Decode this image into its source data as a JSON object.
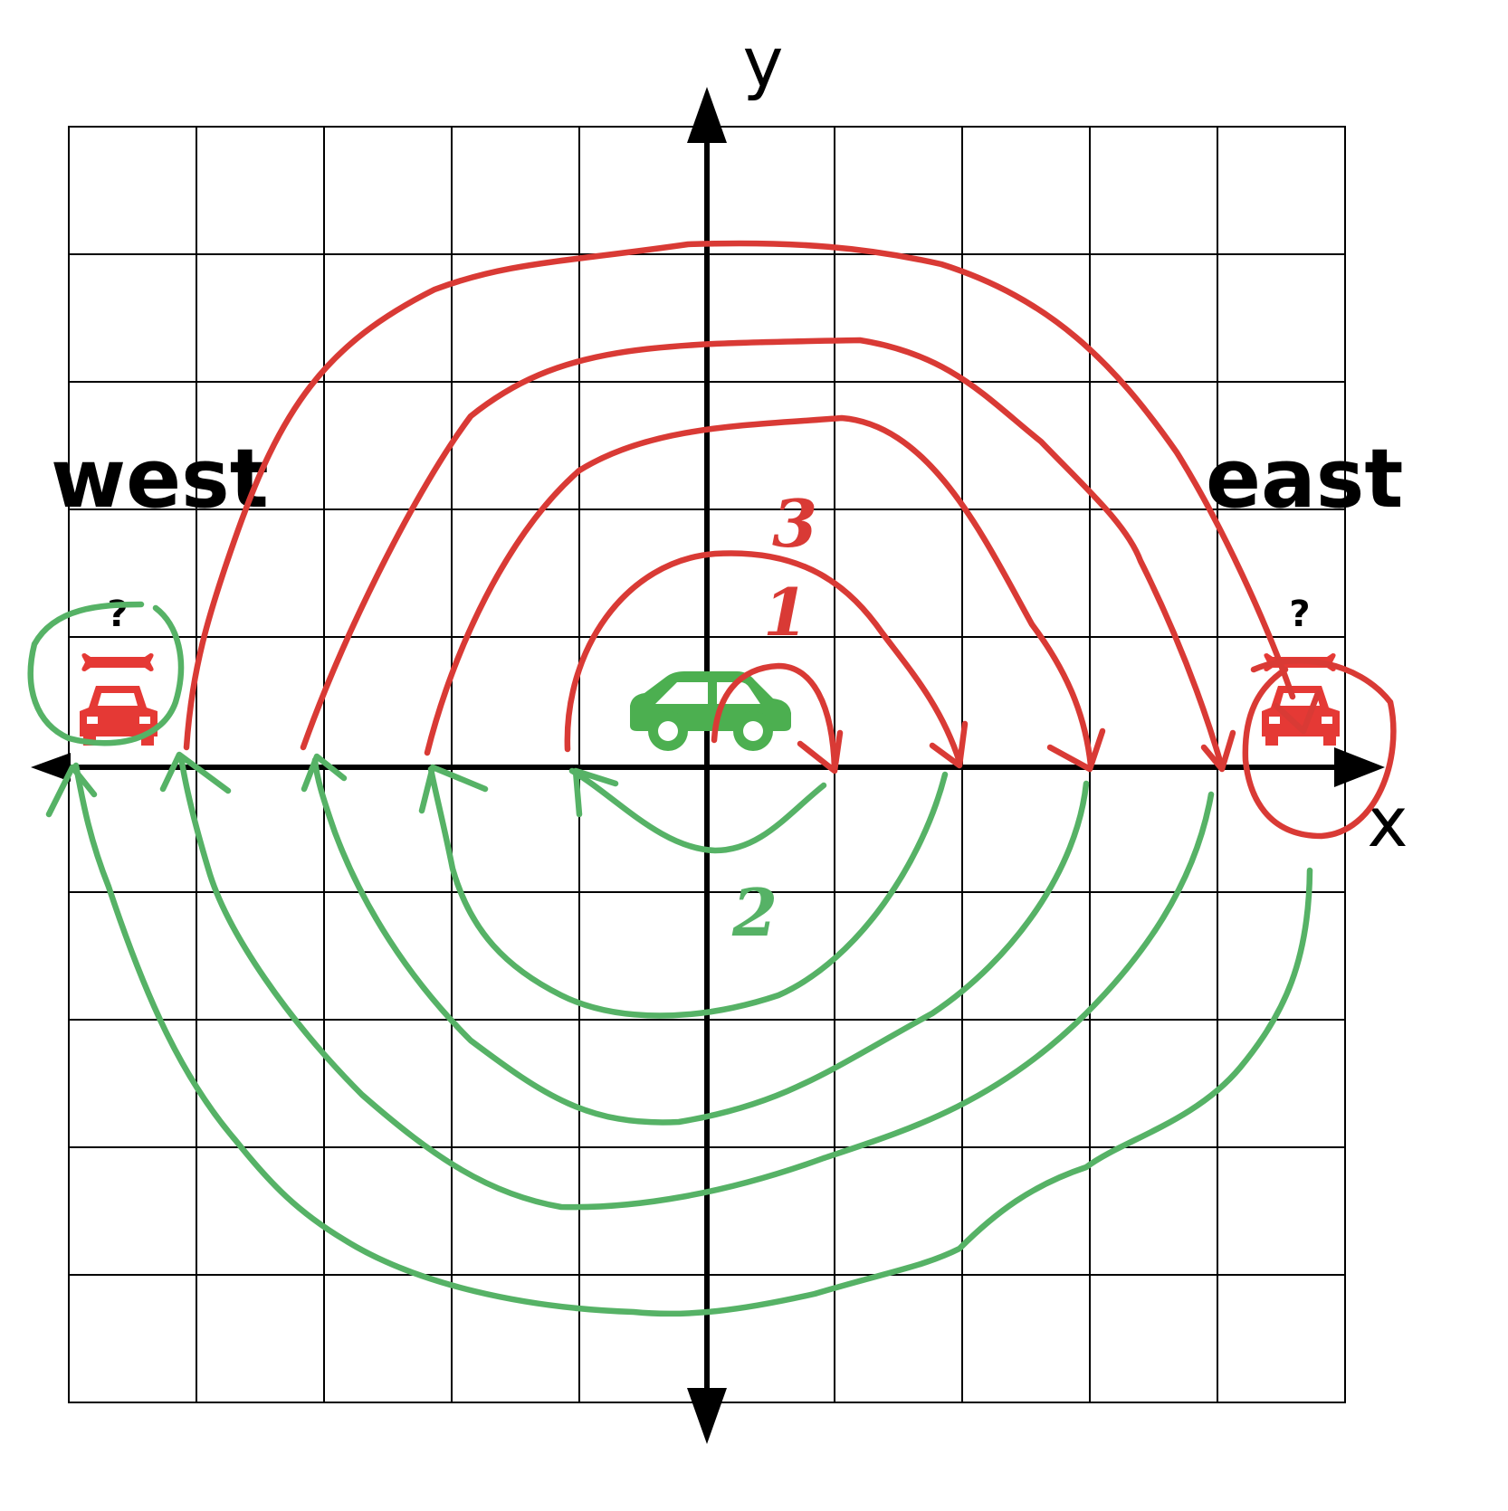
{
  "axes": {
    "x_label": "x",
    "y_label": "y"
  },
  "directions": {
    "west": "west",
    "east": "east"
  },
  "question_marks": {
    "west": "?",
    "east": "?"
  },
  "step_labels": {
    "first": "1",
    "second": "2",
    "third": "3"
  },
  "colors": {
    "red_strokes": "#d93a35",
    "green_strokes": "#56b266",
    "grid": "#000000",
    "red_car": "#e53935",
    "green_car": "#4caf50"
  },
  "icons": {
    "origin_car": "car-icon",
    "west_mechanic": "mechanic-car-icon",
    "east_mechanic": "mechanic-car-icon"
  },
  "grid": {
    "columns": 10,
    "rows": 10
  }
}
